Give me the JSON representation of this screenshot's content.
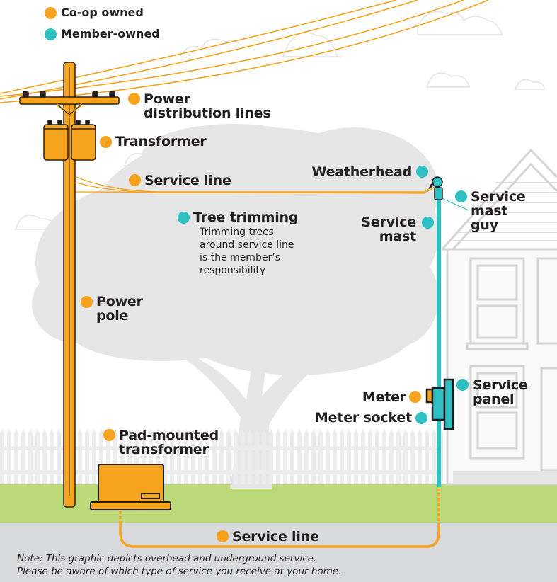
{
  "colors": {
    "coop": "#f6a31e",
    "member": "#2fc0c4",
    "grass": "#bcd97a",
    "ground": "#d9dadb",
    "tree": "#e6e6e6",
    "outline": "#231f20"
  },
  "legend": [
    {
      "label": "Co-op owned",
      "ownership": "coop"
    },
    {
      "label": "Member-owned",
      "ownership": "member"
    }
  ],
  "labels": {
    "power_distribution_lines": {
      "line1": "Power",
      "line2": "distribution lines",
      "ownership": "coop"
    },
    "transformer": {
      "text": "Transformer",
      "ownership": "coop"
    },
    "service_line_overhead": {
      "text": "Service line",
      "ownership": "coop"
    },
    "weatherhead": {
      "text": "Weatherhead",
      "ownership": "member"
    },
    "service_mast_guy": {
      "line1": "Service",
      "line2": "mast",
      "line3": "guy",
      "ownership": "member"
    },
    "service_mast": {
      "line1": "Service",
      "line2": "mast",
      "ownership": "member"
    },
    "tree_trimming": {
      "title": "Tree trimming",
      "desc_lines": [
        "Trimming trees",
        "around service line",
        "is the member’s",
        "responsibility"
      ],
      "ownership": "member"
    },
    "power_pole": {
      "line1": "Power",
      "line2": "pole",
      "ownership": "coop"
    },
    "meter": {
      "text": "Meter",
      "ownership": "coop"
    },
    "meter_socket": {
      "text": "Meter socket",
      "ownership": "member"
    },
    "service_panel": {
      "line1": "Service",
      "line2": "panel",
      "ownership": "member"
    },
    "pad_mounted_transformer": {
      "line1": "Pad-mounted",
      "line2": "transformer",
      "ownership": "coop"
    },
    "service_line_underground": {
      "text": "Service line",
      "ownership": "coop"
    }
  },
  "note": {
    "line1": "Note: This graphic depicts overhead and underground service.",
    "line2": "Please be aware of which type of service you receive at your home."
  }
}
